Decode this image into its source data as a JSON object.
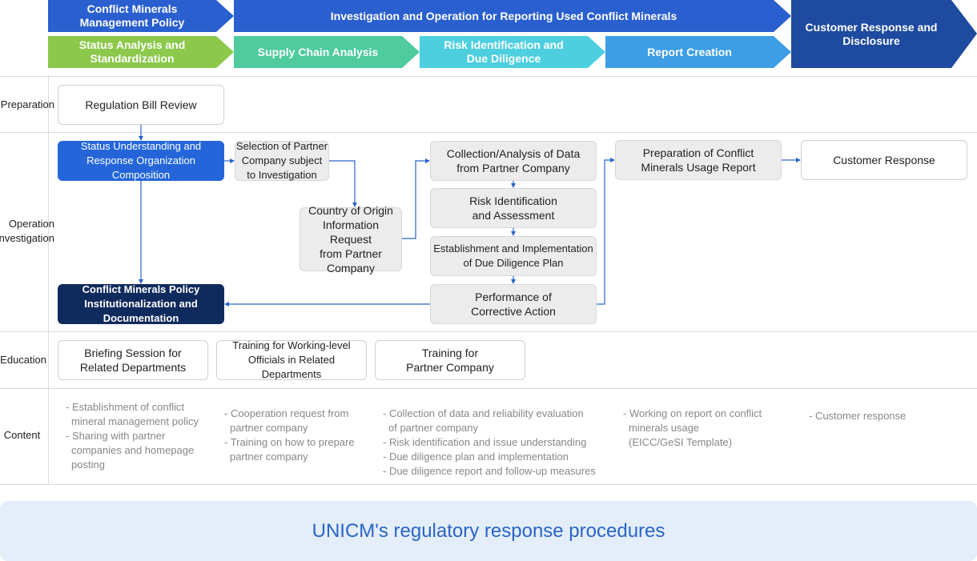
{
  "header": {
    "top_row": [
      {
        "label": "Conflict Minerals\nManagement Policy"
      },
      {
        "label": "Investigation and Operation for Reporting Used Conflict Minerals"
      }
    ],
    "bottom_row": [
      {
        "label": "Status Analysis and\nStandardization"
      },
      {
        "label": "Supply Chain Analysis"
      },
      {
        "label": "Risk Identification and\nDue Diligence"
      },
      {
        "label": "Report Creation"
      }
    ],
    "right": {
      "label": "Customer Response and\nDisclosure"
    }
  },
  "colors": {
    "top_blue": "#2a5fcf",
    "green": "#8cc84b",
    "teal": "#4fcb9e",
    "cyan": "#4ecfe0",
    "light_blue": "#3d9ee6",
    "dark_blue": "#1e4aa0",
    "box_blue": "#2466d9",
    "box_navy": "#0f2a5c",
    "arrow": "#2a64c8"
  },
  "rows": {
    "preparation": "Preparation",
    "operation": "Operation\nInvestigation",
    "education": "Education",
    "content": "Content"
  },
  "boxes": {
    "regulation_review": "Regulation Bill Review",
    "status_understanding": "Status Understanding and\nResponse Organization\nComposition",
    "selection_partner": "Selection of Partner\nCompany subject\nto Investigation",
    "country_origin": "Country of Origin\nInformation Request\nfrom Partner\nCompany",
    "collection_analysis": "Collection/Analysis of Data\nfrom Partner Company",
    "risk_identification": "Risk Identification\nand Assessment",
    "due_diligence_plan": "Establishment and Implementation\nof Due Diligence Plan",
    "corrective_action": "Performance of\nCorrective Action",
    "policy_institutionalization": "Conflict Minerals Policy\nInstitutionalization and\nDocumentation",
    "usage_report": "Preparation of Conflict\nMinerals Usage Report",
    "customer_response": "Customer Response"
  },
  "education": [
    "Briefing Session for\nRelated Departments",
    "Training for Working-level\nOfficials in Related\nDepartments",
    "Training for\nPartner Company"
  ],
  "content": {
    "col1": [
      "- Establishment of conflict\n  mineral management policy",
      "- Sharing with partner\n  companies and homepage\n  posting"
    ],
    "col2": [
      "- Cooperation request from\n  partner company",
      "- Training on how to prepare\n  partner company"
    ],
    "col3": [
      "- Collection of data and reliability evaluation\n  of partner company",
      "- Risk identification and issue understanding",
      "- Due diligence plan and implementation",
      "- Due diligence report and follow-up measures"
    ],
    "col4": [
      "- Working on report on conflict\n  minerals usage\n  (EICC/GeSI Template)"
    ],
    "col5": [
      "- Customer response"
    ]
  },
  "banner": "UNICM's regulatory response procedures"
}
